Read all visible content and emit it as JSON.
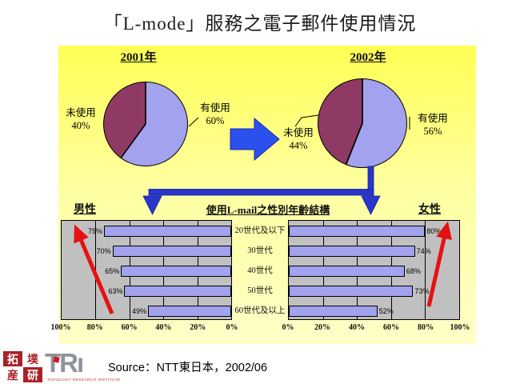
{
  "slide": {
    "title": "「L-mode」服務之電子郵件使用情況",
    "source": "Source：NTT東日本，2002/06"
  },
  "colors": {
    "panel_top": "#ffff55",
    "panel_mid": "#ffffa2",
    "panel_bottom": "#ffffc8",
    "used": "#a2a2ee",
    "unused": "#8e3a64",
    "bar": "#a2a2ee",
    "plot_bg": "#c0c0c0",
    "blue_arrow": "#2b50ee",
    "connector": "#2936cc",
    "red_arrow": "#e51212"
  },
  "pies": [
    {
      "year_label": "2001年",
      "slices": [
        {
          "label": "有使用",
          "pct_label": "60%",
          "value": 60
        },
        {
          "label": "未使用",
          "pct_label": "40%",
          "value": 40
        }
      ]
    },
    {
      "year_label": "2002年",
      "slices": [
        {
          "label": "有使用",
          "pct_label": "56%",
          "value": 56
        },
        {
          "label": "未使用",
          "pct_label": "44%",
          "value": 44
        }
      ]
    }
  ],
  "bar_section": {
    "heading": "使用L-mail之性別年齡結構",
    "left_title": "男性",
    "right_title": "女性",
    "categories": [
      "20世代及以下",
      "30世代",
      "40世代",
      "50世代",
      "60世代及以上"
    ],
    "male": {
      "values": [
        75,
        70,
        65,
        63,
        49
      ],
      "labels": [
        "75%",
        "70%",
        "65%",
        "63%",
        "49%"
      ],
      "axis": [
        "100%",
        "80%",
        "60%",
        "40%",
        "20%",
        "0%"
      ]
    },
    "female": {
      "values": [
        80,
        74,
        68,
        73,
        52
      ],
      "labels": [
        "80%",
        "74%",
        "68%",
        "73%",
        "52%"
      ],
      "axis": [
        "0%",
        "20%",
        "40%",
        "60%",
        "80%",
        "100%"
      ]
    }
  },
  "logo": {
    "grid": [
      {
        "ch": "拓",
        "filled": true
      },
      {
        "ch": "墣",
        "filled": false
      },
      {
        "ch": "産",
        "filled": false
      },
      {
        "ch": "研",
        "filled": true
      }
    ],
    "tri": "TRı",
    "tagline": "TOPOLOGY RESEARCH INSTITUTE"
  },
  "chart_data": [
    {
      "type": "pie",
      "title": "2001年",
      "labels": [
        "有使用",
        "未使用"
      ],
      "values": [
        60,
        40
      ],
      "colors": [
        "#a2a2ee",
        "#8e3a64"
      ],
      "start": "12-oclock-clockwise"
    },
    {
      "type": "pie",
      "title": "2002年",
      "labels": [
        "有使用",
        "未使用"
      ],
      "values": [
        56,
        44
      ],
      "colors": [
        "#a2a2ee",
        "#8e3a64"
      ],
      "start": "12-oclock-clockwise"
    },
    {
      "type": "bar",
      "title": "使用L-mail之性別年齡結構",
      "orientation": "horizontal",
      "categories": [
        "20世代及以下",
        "30世代",
        "40世代",
        "50世代",
        "60世代及以上"
      ],
      "series": [
        {
          "name": "男性",
          "values": [
            75,
            70,
            65,
            63,
            49
          ]
        },
        {
          "name": "女性",
          "values": [
            80,
            74,
            68,
            73,
            52
          ]
        }
      ],
      "unit": "%",
      "xlim": [
        0,
        100
      ],
      "layout_note": "male chart mirrored with axis 100%→0%, female axis 0%→100%, grid every 20%"
    }
  ]
}
